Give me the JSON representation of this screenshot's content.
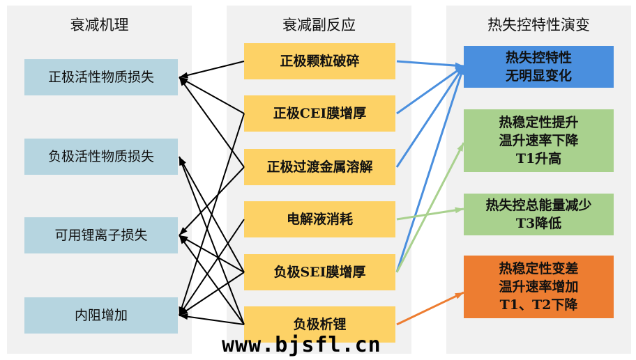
{
  "columns": {
    "mechanism": "衰减机理",
    "side_reactions": "衰减副反应",
    "thermal_runaway": "热失控特性演变"
  },
  "mechanisms": [
    "正极活性物质损失",
    "负极活性物质损失",
    "可用锂离子损失",
    "内阻增加"
  ],
  "side_reactions": [
    "正极颗粒破碎",
    "正极CEI膜增厚",
    "正极过渡金属溶解",
    "电解液消耗",
    "负极SEI膜增厚",
    "负极析锂"
  ],
  "outcomes": [
    {
      "lines": [
        "热失控特性",
        "无明显变化"
      ],
      "color": "#4a8fde"
    },
    {
      "lines": [
        "热稳定性提升",
        "温升速率下降",
        "T1升高"
      ],
      "color": "#a9d18e"
    },
    {
      "lines": [
        "热失控总能量减少",
        "T3降低"
      ],
      "color": "#a9d18e"
    },
    {
      "lines": [
        "热稳定性变差",
        "温升速率增加",
        "T1、T2下降"
      ],
      "color": "#ed7d31"
    }
  ],
  "links_black": [
    [
      0,
      0
    ],
    [
      1,
      0
    ],
    [
      1,
      3
    ],
    [
      2,
      0
    ],
    [
      2,
      2
    ],
    [
      3,
      3
    ],
    [
      4,
      1
    ],
    [
      4,
      2
    ],
    [
      4,
      3
    ],
    [
      5,
      1
    ],
    [
      5,
      2
    ],
    [
      5,
      3
    ]
  ],
  "links_colored": [
    [
      0,
      0
    ],
    [
      1,
      0
    ],
    [
      2,
      0
    ],
    [
      4,
      0
    ],
    [
      4,
      1
    ],
    [
      3,
      2
    ],
    [
      5,
      3
    ]
  ],
  "watermark": "www.bjsfl.cn"
}
